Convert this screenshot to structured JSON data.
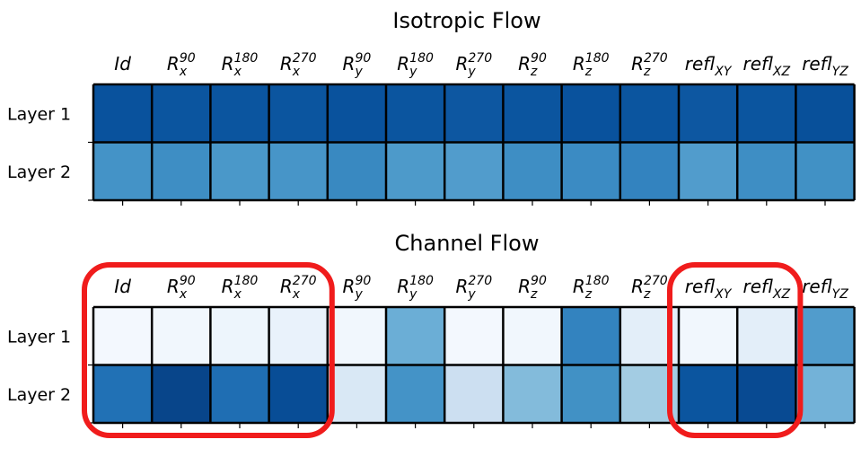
{
  "chart_data": [
    {
      "type": "heatmap",
      "title": "Isotropic Flow",
      "rows": [
        "Layer 1",
        "Layer 2"
      ],
      "columns": [
        {
          "base": "Id",
          "sup": "",
          "sub": ""
        },
        {
          "base": "R",
          "sup": "90",
          "sub": "x"
        },
        {
          "base": "R",
          "sup": "180",
          "sub": "x"
        },
        {
          "base": "R",
          "sup": "270",
          "sub": "x"
        },
        {
          "base": "R",
          "sup": "90",
          "sub": "y"
        },
        {
          "base": "R",
          "sup": "180",
          "sub": "y"
        },
        {
          "base": "R",
          "sup": "270",
          "sub": "y"
        },
        {
          "base": "R",
          "sup": "90",
          "sub": "z"
        },
        {
          "base": "R",
          "sup": "180",
          "sub": "z"
        },
        {
          "base": "R",
          "sup": "270",
          "sub": "z"
        },
        {
          "base": "refl",
          "sup": "",
          "sub": "XY"
        },
        {
          "base": "refl",
          "sup": "",
          "sub": "XZ"
        },
        {
          "base": "refl",
          "sup": "",
          "sub": "YZ"
        }
      ],
      "values": [
        [
          0.87,
          0.86,
          0.86,
          0.86,
          0.87,
          0.86,
          0.85,
          0.86,
          0.87,
          0.86,
          0.85,
          0.86,
          0.88
        ],
        [
          0.62,
          0.64,
          0.6,
          0.61,
          0.66,
          0.59,
          0.58,
          0.64,
          0.65,
          0.68,
          0.58,
          0.64,
          0.63
        ]
      ],
      "colormap": "Blues"
    },
    {
      "type": "heatmap",
      "title": "Channel Flow",
      "rows": [
        "Layer 1",
        "Layer 2"
      ],
      "columns": [
        {
          "base": "Id",
          "sup": "",
          "sub": ""
        },
        {
          "base": "R",
          "sup": "90",
          "sub": "x"
        },
        {
          "base": "R",
          "sup": "180",
          "sub": "x"
        },
        {
          "base": "R",
          "sup": "270",
          "sub": "x"
        },
        {
          "base": "R",
          "sup": "90",
          "sub": "y"
        },
        {
          "base": "R",
          "sup": "180",
          "sub": "y"
        },
        {
          "base": "R",
          "sup": "270",
          "sub": "y"
        },
        {
          "base": "R",
          "sup": "90",
          "sub": "z"
        },
        {
          "base": "R",
          "sup": "180",
          "sub": "z"
        },
        {
          "base": "R",
          "sup": "270",
          "sub": "z"
        },
        {
          "base": "refl",
          "sup": "",
          "sub": "XY"
        },
        {
          "base": "refl",
          "sup": "",
          "sub": "XZ"
        },
        {
          "base": "refl",
          "sup": "",
          "sub": "YZ"
        }
      ],
      "values": [
        [
          0.02,
          0.03,
          0.05,
          0.07,
          0.03,
          0.5,
          0.02,
          0.03,
          0.68,
          0.1,
          0.03,
          0.1,
          0.58
        ],
        [
          0.75,
          0.92,
          0.76,
          0.89,
          0.15,
          0.62,
          0.22,
          0.44,
          0.63,
          0.36,
          0.86,
          0.9,
          0.48
        ]
      ],
      "colormap": "Blues",
      "highlight_groups": [
        {
          "from_col": 0,
          "to_col": 3,
          "color": "#f01c1c"
        },
        {
          "from_col": 10,
          "to_col": 11,
          "color": "#f01c1c"
        }
      ]
    }
  ]
}
